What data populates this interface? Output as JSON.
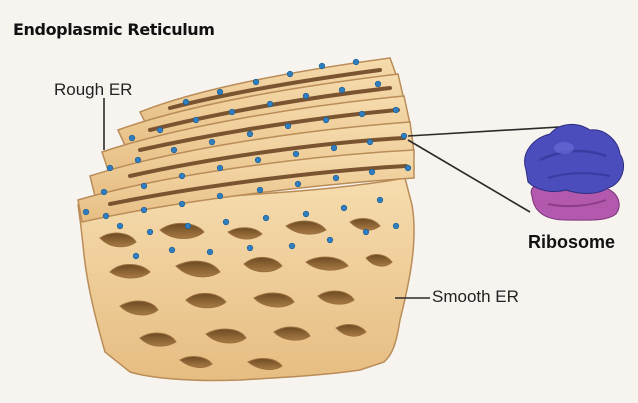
{
  "title": "Endoplasmic Reticulum",
  "labels": {
    "rough_er": "Rough ER",
    "smooth_er": "Smooth ER",
    "ribosome": "Ribosome"
  },
  "colors": {
    "background": "#f7f4f0",
    "membrane": "#f2d3a0",
    "membrane_outline": "#b98c58",
    "lumen": "#8a6234",
    "ribosome_dot": "#2f7fc0",
    "ribosome_large": "#4b4dbd",
    "ribosome_small": "#b258ad"
  }
}
